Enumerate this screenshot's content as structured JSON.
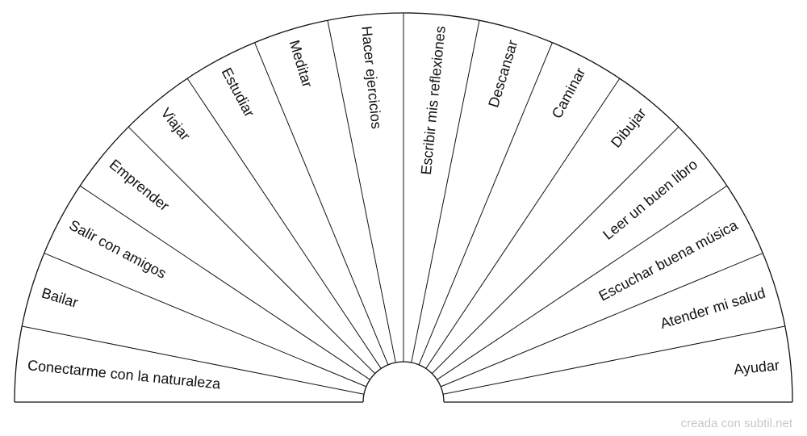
{
  "segments": [
    "Conectarme con la naturaleza",
    "Bailar",
    "Salir con amigos",
    "Emprender",
    "Viajar",
    "Estudiar",
    "Meditar",
    "Hacer ejercicios",
    "Escribir mis reflexiones",
    "Descansar",
    "Caminar",
    "Dibujar",
    "Leer un buen libro",
    "Escuchar buena música",
    "Atender mi salud",
    "Ayudar"
  ],
  "credit": "creada con subtil.net",
  "colors": {
    "line": "#111111",
    "text": "#111111",
    "credit": "#c8c8c8",
    "background": "#ffffff"
  }
}
